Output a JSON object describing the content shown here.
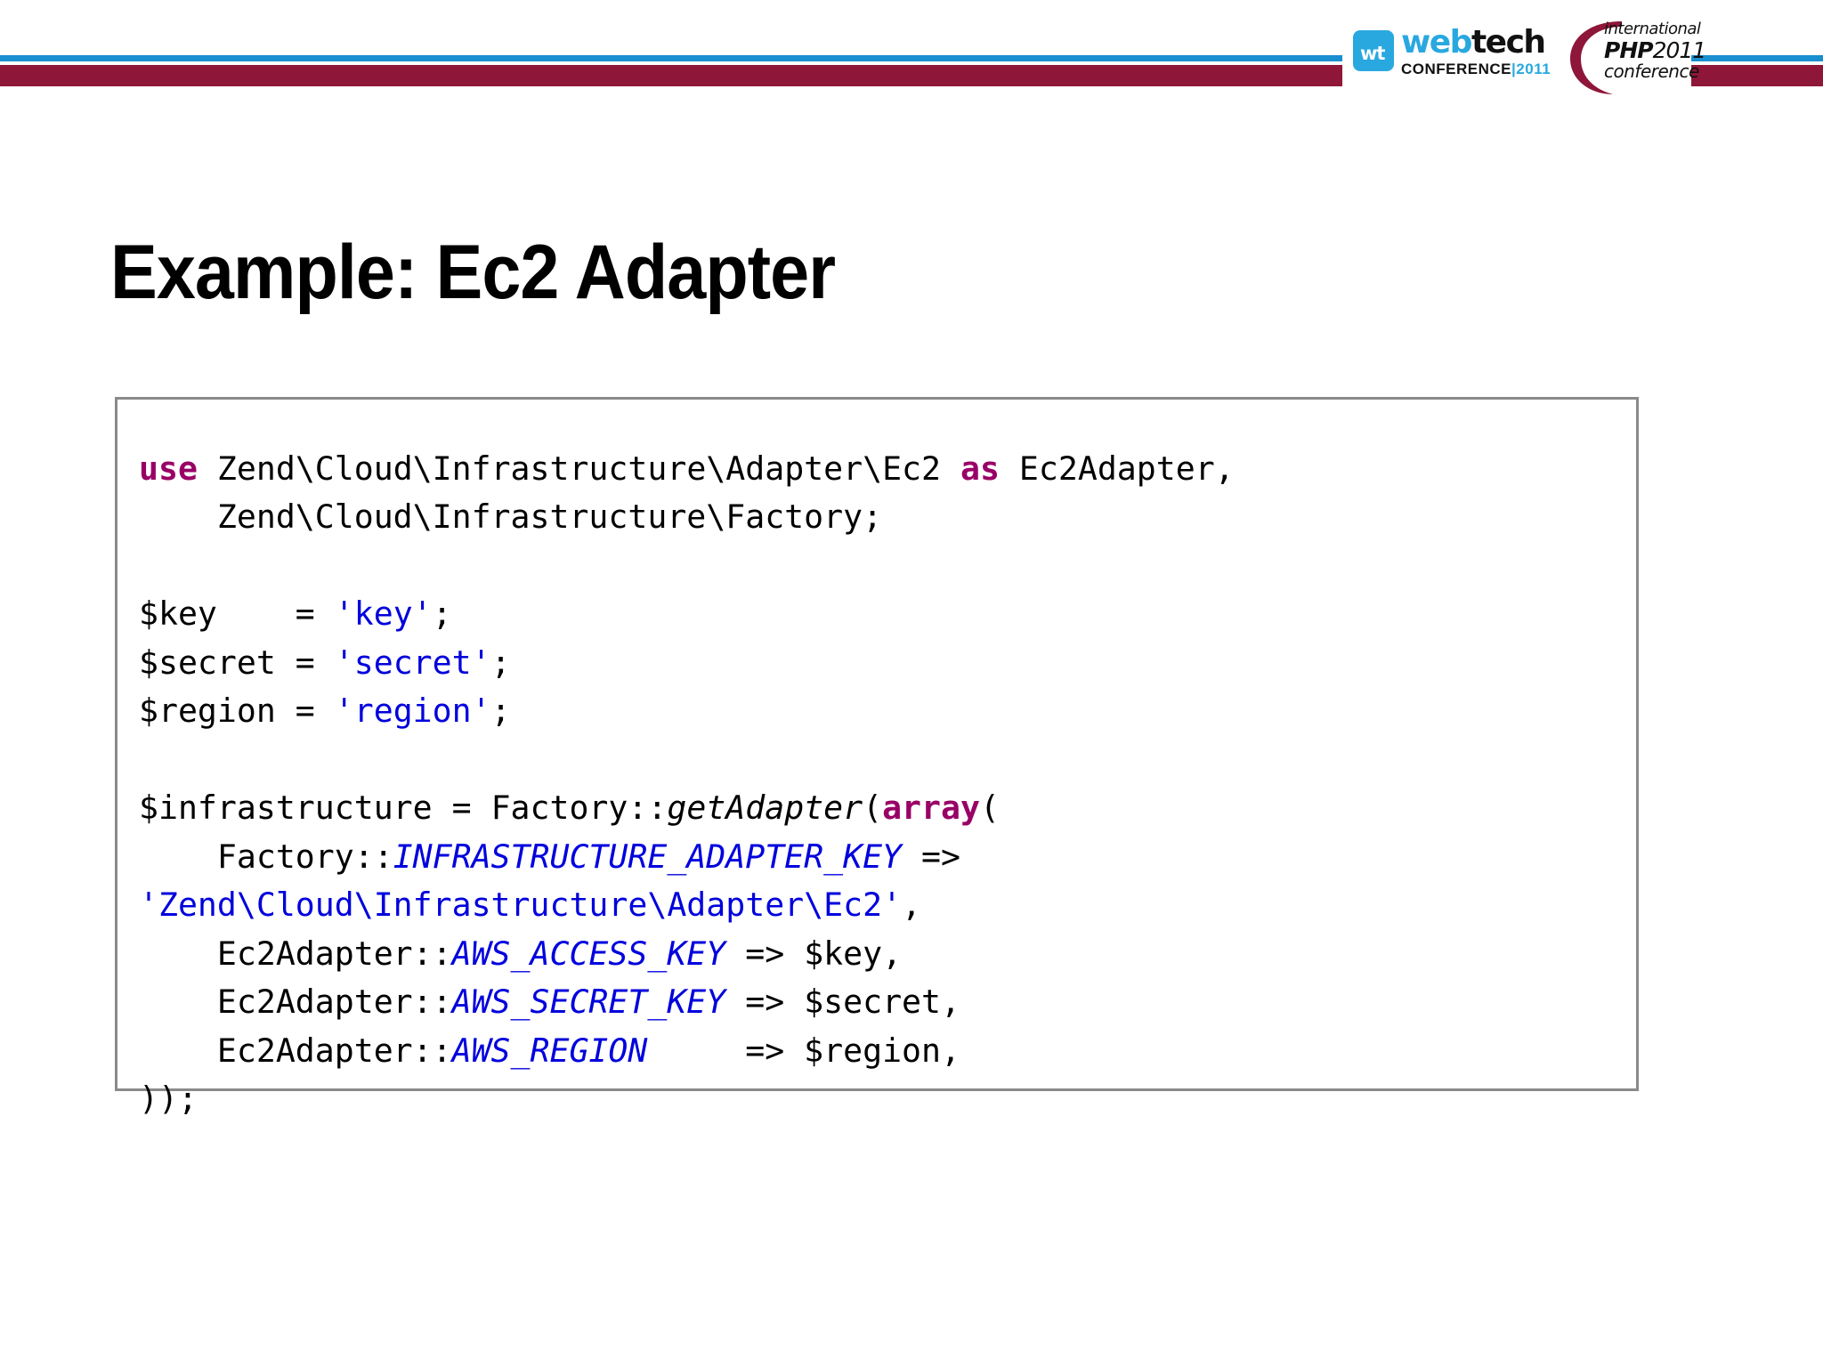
{
  "header": {
    "rules": {
      "blue_color": "#1a8fd0",
      "maroon_color": "#8e1638"
    },
    "logos": {
      "webtech": {
        "mark_glyph": "wt",
        "word_part1": "web",
        "word_part2": "tech",
        "subtitle_text": "CONFERENCE",
        "subtitle_separator": "|",
        "subtitle_year": "2011"
      },
      "international_php": {
        "line1": "international",
        "line2_bold": "PHP",
        "line2_year": "2011",
        "line3": "conference"
      }
    }
  },
  "slide": {
    "title": "Example: Ec2 Adapter"
  },
  "code": {
    "language": "php",
    "colors": {
      "keyword": "#990066",
      "string": "#0000dd",
      "constant": "#0000dd",
      "plain": "#000000",
      "border": "#8a8a8a"
    },
    "lines": [
      "use Zend\\Cloud\\Infrastructure\\Adapter\\Ec2 as Ec2Adapter,",
      "    Zend\\Cloud\\Infrastructure\\Factory;",
      "",
      "$key    = 'key';",
      "$secret = 'secret';",
      "$region = 'region';",
      "",
      "$infrastructure = Factory::getAdapter(array(",
      "    Factory::INFRASTRUCTURE_ADAPTER_KEY =>",
      "'Zend\\Cloud\\Infrastructure\\Adapter\\Ec2',",
      "    Ec2Adapter::AWS_ACCESS_KEY => $key,",
      "    Ec2Adapter::AWS_SECRET_KEY => $secret,",
      "    Ec2Adapter::AWS_REGION     => $region,",
      "));"
    ],
    "tokens": {
      "kw_use": "use",
      "kw_as": "as",
      "kw_array": "array",
      "ns_ec2_adapter": "Zend\\Cloud\\Infrastructure\\Adapter\\Ec2",
      "alias_ec2_adapter": "Ec2Adapter,",
      "ns_factory": "Zend\\Cloud\\Infrastructure\\Factory;",
      "var_key": "$key",
      "var_secret": "$secret",
      "var_region": "$region",
      "str_key": "'key'",
      "str_secret": "'secret'",
      "str_region": "'region'",
      "var_infrastructure": "$infrastructure",
      "class_factory": "Factory::",
      "fn_get_adapter": "getAdapter",
      "const_infra_adapter_key": "INFRASTRUCTURE_ADAPTER_KEY",
      "str_adapter_class": "'Zend\\Cloud\\Infrastructure\\Adapter\\Ec2'",
      "class_ec2adapter": "Ec2Adapter::",
      "const_aws_access_key": "AWS_ACCESS_KEY",
      "const_aws_secret_key": "AWS_SECRET_KEY",
      "const_aws_region": "AWS_REGION",
      "arrow": "=>",
      "close": "));"
    }
  }
}
